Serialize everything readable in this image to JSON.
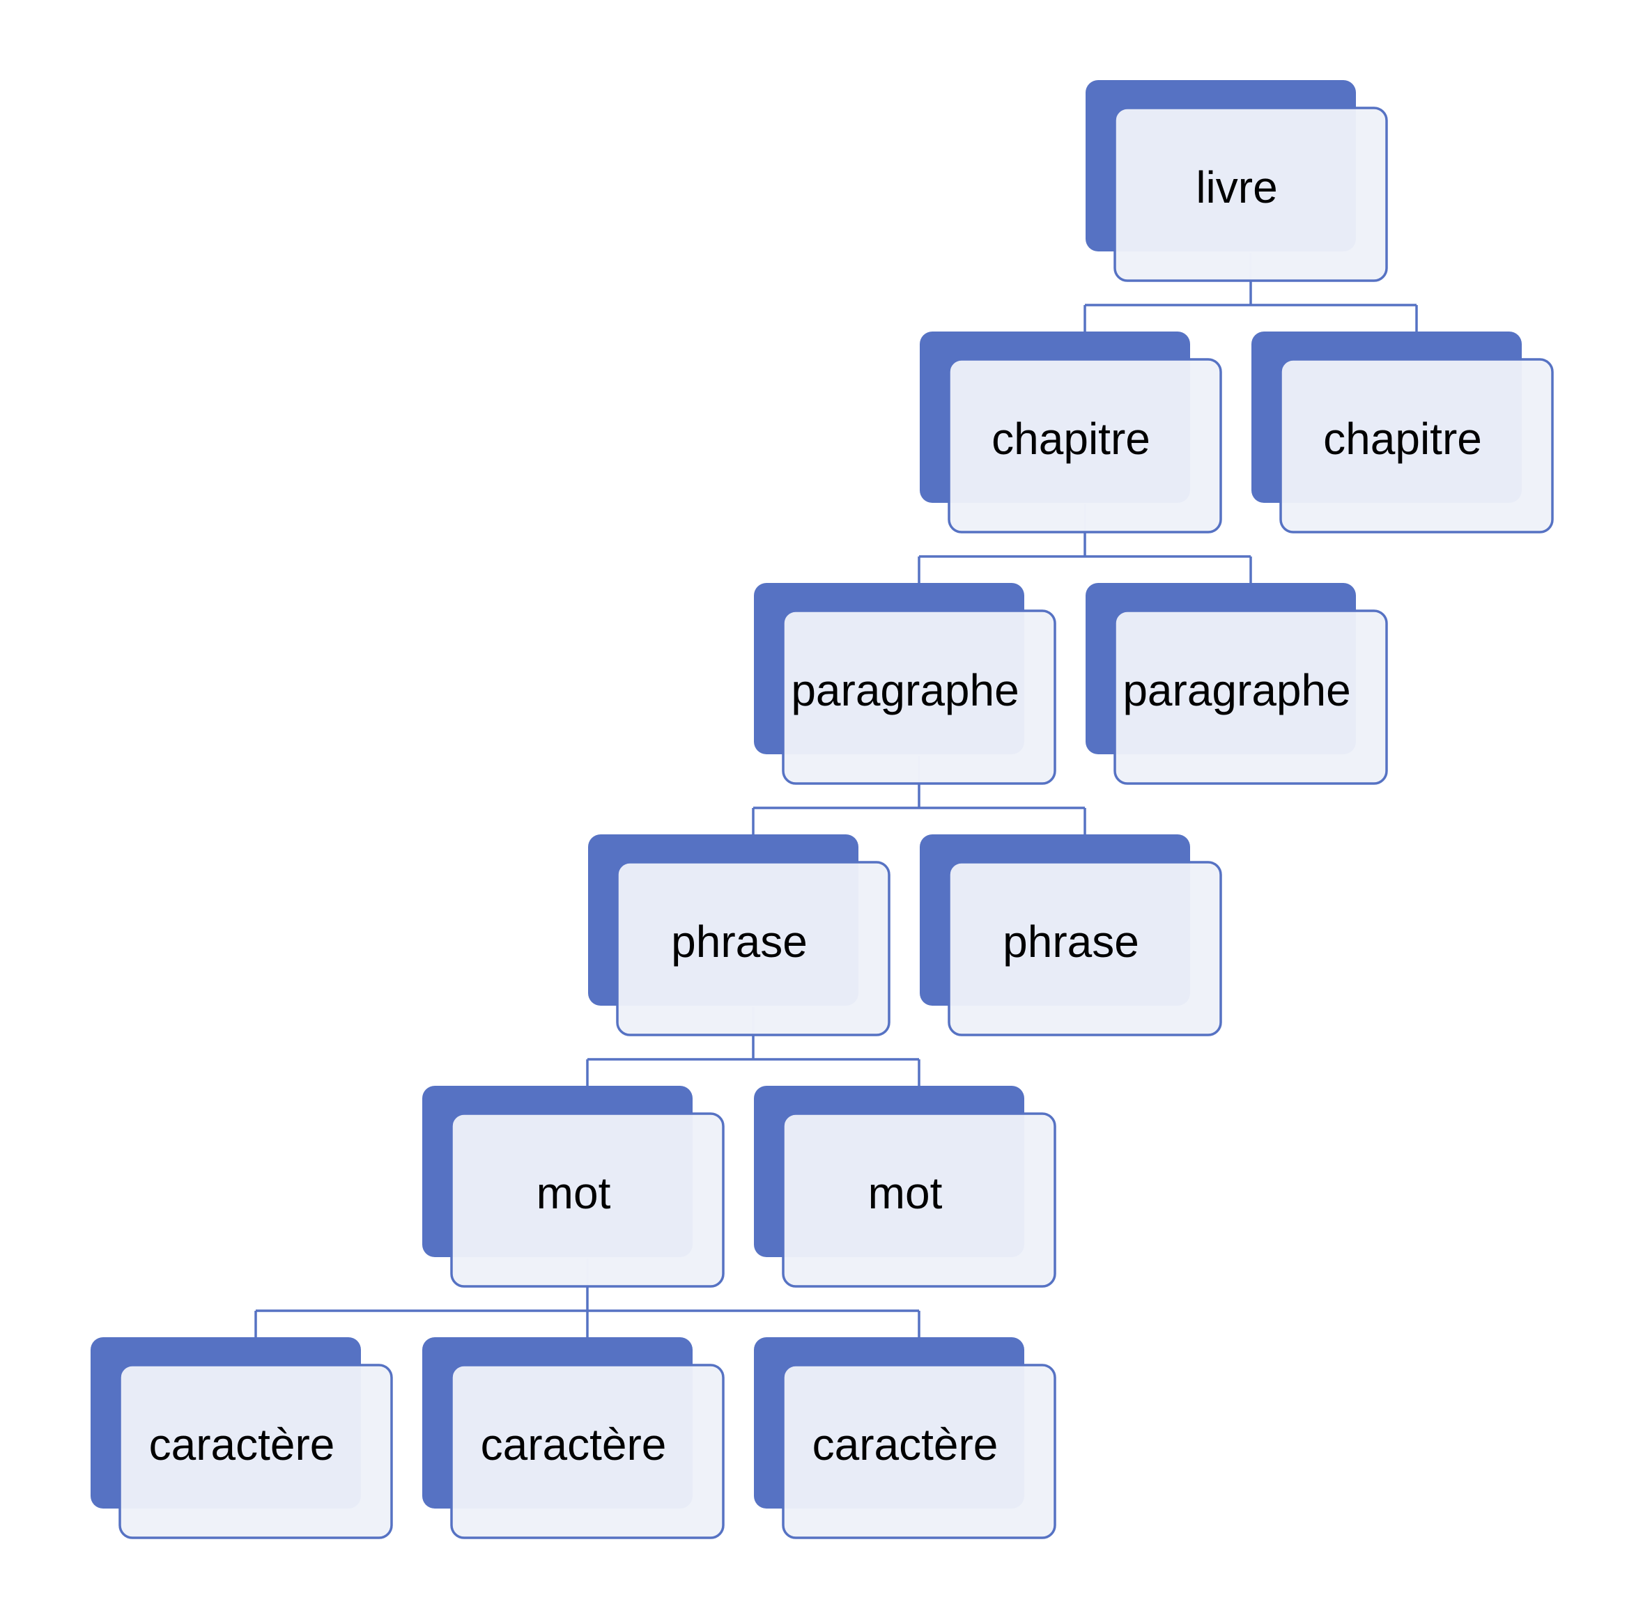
{
  "diagram": {
    "type": "hierarchy",
    "colors": {
      "accent": "#5672c3",
      "box_fill": "#eef1f9",
      "text": "#000000",
      "background": "#ffffff"
    },
    "nodes": [
      {
        "id": "n1",
        "label": "livre"
      },
      {
        "id": "n2",
        "label": "chapitre"
      },
      {
        "id": "n3",
        "label": "chapitre"
      },
      {
        "id": "n4",
        "label": "paragraphe"
      },
      {
        "id": "n5",
        "label": "paragraphe"
      },
      {
        "id": "n6",
        "label": "phrase"
      },
      {
        "id": "n7",
        "label": "phrase"
      },
      {
        "id": "n8",
        "label": "mot"
      },
      {
        "id": "n9",
        "label": "mot"
      },
      {
        "id": "n10",
        "label": "caractère"
      },
      {
        "id": "n11",
        "label": "caractère"
      },
      {
        "id": "n12",
        "label": "caractère"
      }
    ],
    "edges": [
      [
        "n1",
        "n2"
      ],
      [
        "n1",
        "n3"
      ],
      [
        "n2",
        "n4"
      ],
      [
        "n2",
        "n5"
      ],
      [
        "n4",
        "n6"
      ],
      [
        "n4",
        "n7"
      ],
      [
        "n6",
        "n8"
      ],
      [
        "n6",
        "n9"
      ],
      [
        "n8",
        "n10"
      ],
      [
        "n8",
        "n11"
      ],
      [
        "n8",
        "n12"
      ]
    ]
  }
}
